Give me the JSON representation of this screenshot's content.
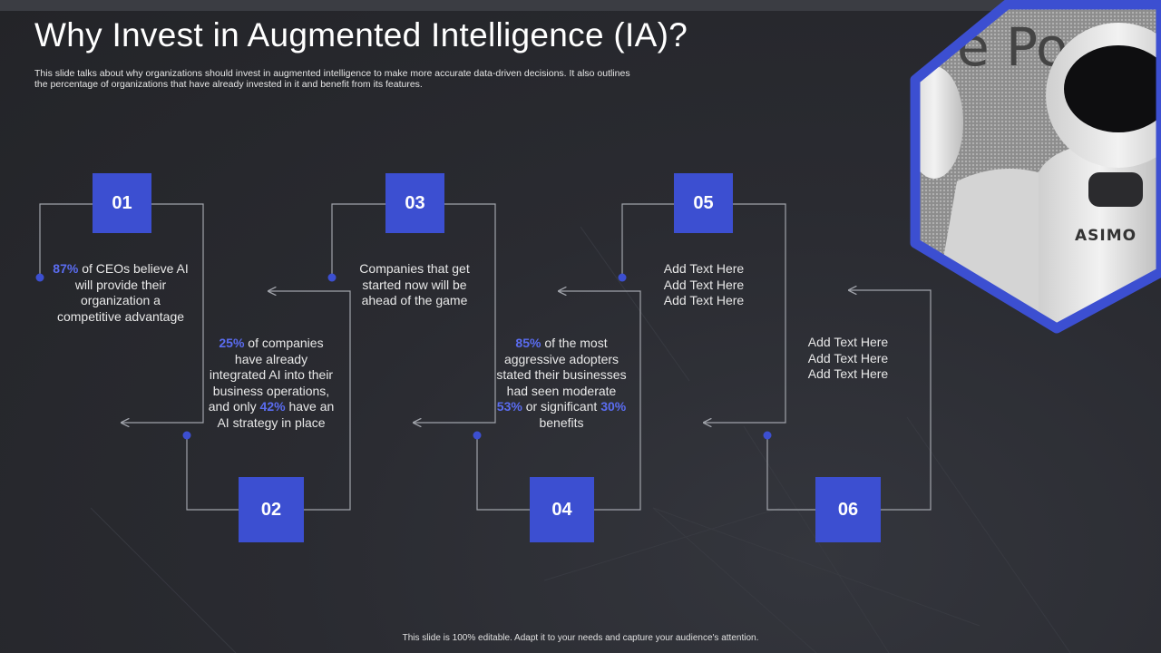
{
  "slide": {
    "title": "Why Invest in Augmented Intelligence (IA)?",
    "subtitle": "This slide talks about why organizations should invest in augmented intelligence to make more accurate data-driven decisions. It also outlines the percentage of organizations that have already invested in it and benefit from its features.",
    "footer": "This slide is 100% editable.  Adapt it to your needs and capture your audience's attention."
  },
  "colors": {
    "accent": "#3C4FD1",
    "highlight": "#5A6CF0",
    "background": "#2A2B30",
    "connector": "#A0A3AA"
  },
  "steps": [
    {
      "num": "01",
      "parts": [
        {
          "hl": "87%"
        },
        {
          "t": " of CEOs believe AI will provide their organization a competitive advantage"
        }
      ]
    },
    {
      "num": "02",
      "parts": [
        {
          "hl": "25%"
        },
        {
          "t": " of companies have already integrated AI into their business operations, and only "
        },
        {
          "hl": "42%"
        },
        {
          "t": " have an AI strategy in place"
        }
      ]
    },
    {
      "num": "03",
      "parts": [
        {
          "t": "Companies that get started now will be ahead of the game"
        }
      ]
    },
    {
      "num": "04",
      "parts": [
        {
          "hl": "85%"
        },
        {
          "t": " of the most aggressive adopters stated their businesses had seen moderate "
        },
        {
          "hl": "53%"
        },
        {
          "t": " or significant "
        },
        {
          "hl": "30%"
        },
        {
          "t": " benefits"
        }
      ]
    },
    {
      "num": "05",
      "lines": [
        "Add Text Here",
        "Add Text Here",
        "Add Text Here"
      ]
    },
    {
      "num": "06",
      "lines": [
        "Add Text Here",
        "Add Text Here",
        "Add Text Here"
      ]
    }
  ],
  "image": {
    "icon": "humanoid-robot-photo",
    "chest_label": "ASIMO",
    "backdrop_text": "e Po"
  }
}
